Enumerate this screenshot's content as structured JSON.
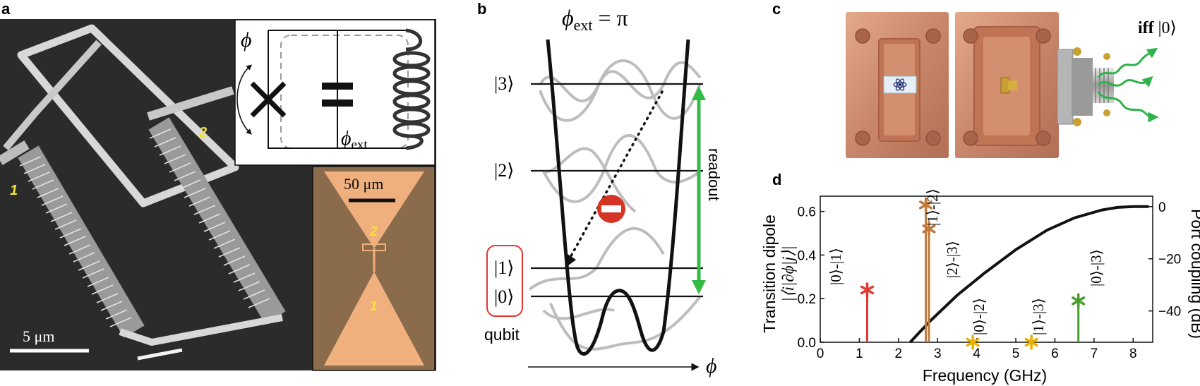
{
  "panels": {
    "a": {
      "label": "a",
      "scale_bar": "5 μm",
      "marker_1": "1",
      "marker_2": "2",
      "circuit_phi": "ϕ",
      "circuit_phi_ext": "ϕ",
      "circuit_phi_ext_sub": "ext",
      "inset": {
        "scale_bar": "50 μm",
        "marker_1": "1",
        "marker_2": "2"
      }
    },
    "b": {
      "label": "b",
      "title_phi": "ϕ",
      "title_sub": "ext",
      "title_rest": " = π",
      "level_3": "|3⟩",
      "level_2": "|2⟩",
      "level_1": "|1⟩",
      "level_0": "|0⟩",
      "qubit_label": "qubit",
      "readout_label": "readout",
      "axis_label": "ϕ"
    },
    "c": {
      "label": "c",
      "iff_bold": "iff",
      "iff_state": "|0⟩"
    },
    "d": {
      "label": "d",
      "ylabel_line1": "Transition dipole",
      "ylabel_line2": "|⟨i|∂ϕ|j⟩|",
      "ylabel_right": "Port coupling (dB)",
      "xlabel": "Frequency (GHz)"
    }
  },
  "colors": {
    "copper": "#c98a66",
    "green_arrow": "#33bb44",
    "red": "#e0392f",
    "brown": "#c07a3a",
    "gold": "#e8b000",
    "green_line": "#4aa02c",
    "wavefunction": "#b8b8b8"
  },
  "chart_data": {
    "type": "scatter",
    "xlabel": "Frequency (GHz)",
    "ylabel": "Transition dipole |⟨i|∂ϕ|j⟩|",
    "ylabel_right": "Port coupling (dB)",
    "xlim": [
      0,
      8.5
    ],
    "ylim": [
      0,
      0.67
    ],
    "ylim_right": [
      -52,
      4
    ],
    "x_ticks": [
      0,
      1,
      2,
      3,
      4,
      5,
      6,
      7,
      8
    ],
    "y_ticks": [
      0.0,
      0.2,
      0.4,
      0.6
    ],
    "y_tick_labels": [
      "0.0",
      "0.2",
      "0.4",
      "0.6"
    ],
    "y_right_ticks": [
      0,
      -20,
      -40
    ],
    "y_right_tick_labels": [
      "0",
      "−20",
      "−40"
    ],
    "transitions": [
      {
        "name": "|0⟩-|1⟩",
        "x": 1.2,
        "y": 0.24,
        "color": "#e0392f"
      },
      {
        "name": "|1⟩-|2⟩",
        "x": 2.7,
        "y": 0.63,
        "color": "#c07a3a"
      },
      {
        "name": "|2⟩-|3⟩",
        "x": 2.78,
        "y": 0.52,
        "color": "#c07a3a"
      },
      {
        "name": "|0⟩-|2⟩",
        "x": 3.9,
        "y": 0.0,
        "color": "#e8b000"
      },
      {
        "name": "|1⟩-|3⟩",
        "x": 5.4,
        "y": 0.0,
        "color": "#e8b000"
      },
      {
        "name": "|0⟩-|3⟩",
        "x": 6.6,
        "y": 0.19,
        "color": "#4aa02c"
      }
    ],
    "port_coupling_curve": {
      "x": [
        2.3,
        2.8,
        3.5,
        4.2,
        5.0,
        5.8,
        6.5,
        7.2,
        7.6,
        8.0,
        8.4
      ],
      "y_dB": [
        -52,
        -44,
        -34,
        -25.5,
        -16.5,
        -9,
        -4.3,
        -1.3,
        -0.3,
        0,
        0
      ]
    }
  }
}
